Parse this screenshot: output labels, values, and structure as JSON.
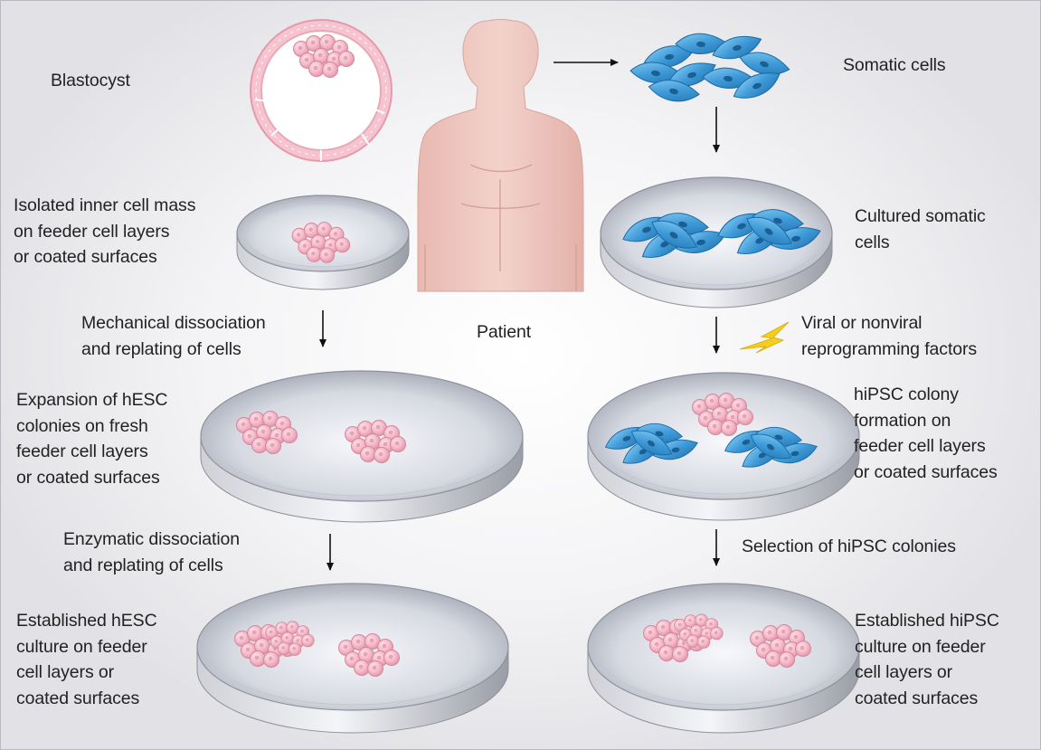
{
  "labels": {
    "blastocyst": "Blastocyst",
    "somatic_cells": "Somatic cells",
    "isolated_icm": "Isolated inner cell mass\non feeder cell layers\nor coated surfaces",
    "cultured_somatic": "Cultured somatic\ncells",
    "mechanical_dissociation": "Mechanical dissociation\nand replating of cells",
    "patient": "Patient",
    "reprogramming": "Viral or nonviral\nreprogramming factors",
    "expansion_hesc": "Expansion of hESC\ncolonies on fresh\nfeeder cell layers\nor coated surfaces",
    "hipsc_colony": "hiPSC colony\nformation on\nfeeder cell layers\nor coated surfaces",
    "enzymatic_dissociation": "Enzymatic dissociation\nand replating of cells",
    "selection_hipsc": "Selection of hiPSC colonies",
    "established_hesc": "Established hESC\nculture on feeder\ncell layers or\ncoated surfaces",
    "established_hipsc": "Established hiPSC\nculture on feeder\ncell layers or\ncoated surfaces"
  },
  "colors": {
    "pink_cell": "#f3b6c6",
    "pink_cell_edge": "#d98aa0",
    "blue_cell": "#4a9fd8",
    "blue_cell_edge": "#1d6fa8",
    "body": "#ecc4bd",
    "dish_rim": "#a7aab3",
    "lightning": "#f2cf1a"
  }
}
